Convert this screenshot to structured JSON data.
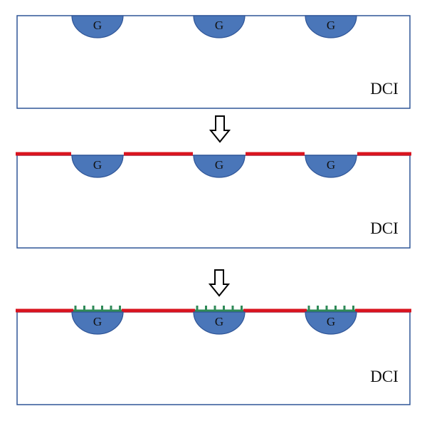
{
  "substrate_label": "DCI",
  "grain_label": "G",
  "colors": {
    "substrate_border": "#2f5597",
    "grain_fill": "#4a76b9",
    "grain_stroke": "#2f5597",
    "red_layer": "#d9141f",
    "green_ticks": "#2f8a57",
    "arrow_stroke": "#000000"
  },
  "panels": [
    {
      "name": "step-1",
      "red_layer": false,
      "green_ticks": false
    },
    {
      "name": "step-2",
      "red_layer": true,
      "green_ticks": false
    },
    {
      "name": "step-3",
      "red_layer": true,
      "green_ticks": true
    }
  ]
}
